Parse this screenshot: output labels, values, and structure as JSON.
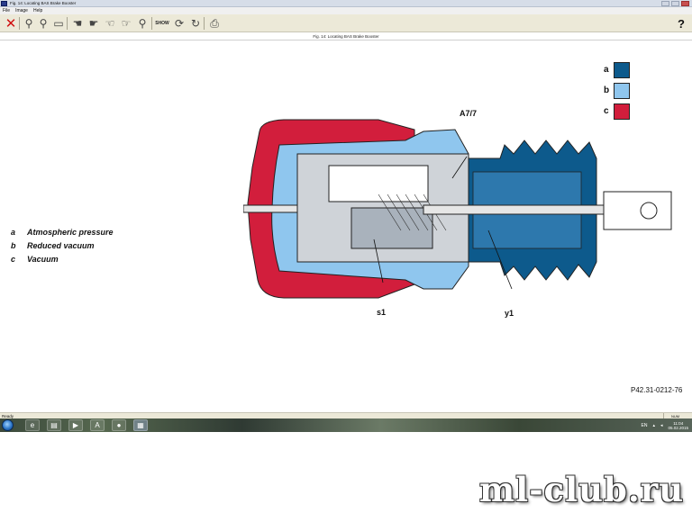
{
  "window": {
    "title": "Fig. 14: Locating BAS Brake Booster"
  },
  "menu": {
    "items": [
      "File",
      "Image",
      "Help"
    ]
  },
  "toolbar": {
    "show_label_top": "SHOW",
    "show_label_bottom": "SHOW",
    "help_label": "?"
  },
  "figure": {
    "caption": "Fig. 14: Locating BAS Brake Booster",
    "legend_text": [
      {
        "key": "a",
        "label": "Atmospheric pressure"
      },
      {
        "key": "b",
        "label": "Reduced vacuum"
      },
      {
        "key": "c",
        "label": "Vacuum"
      }
    ],
    "swatches": [
      {
        "key": "a",
        "color": "#0d5a8c"
      },
      {
        "key": "b",
        "color": "#8fc6ee"
      },
      {
        "key": "c",
        "color": "#d21e3c"
      }
    ],
    "callouts": {
      "a77": "A7/7",
      "s1": "s1",
      "y1": "y1"
    },
    "reference_code": "P42.31-0212-76"
  },
  "status": {
    "text": "Ready",
    "num": "NUM"
  },
  "taskbar": {
    "apps": [
      "explorer",
      "ie",
      "folder",
      "media",
      "app-a",
      "disc",
      "dds"
    ],
    "tray_lang": "EN",
    "clock_time": "11:04",
    "clock_date": "05.02.2015"
  },
  "watermark": "ml-club.ru",
  "colors": {
    "atmospheric": "#0d5a8c",
    "reduced_vacuum": "#8fc6ee",
    "vacuum": "#d21e3c"
  }
}
